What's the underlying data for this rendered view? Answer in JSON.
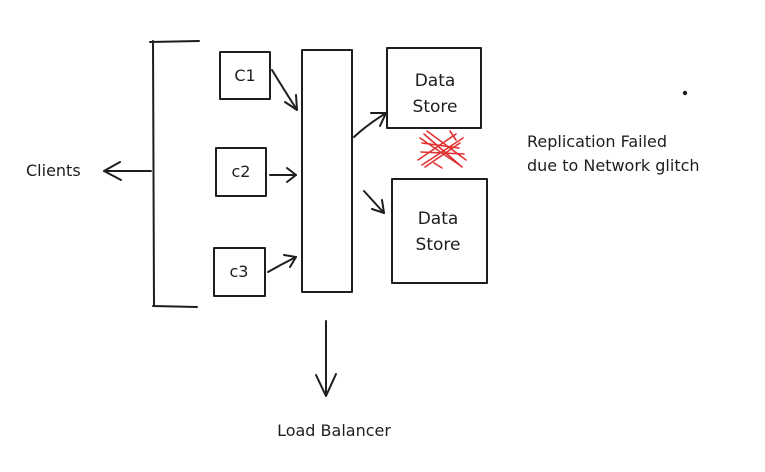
{
  "diagram": {
    "clients_label": "Clients",
    "load_balancer_label": "Load Balancer",
    "clients": [
      {
        "label": "C1"
      },
      {
        "label": "c2"
      },
      {
        "label": "c3"
      }
    ],
    "data_stores": [
      {
        "line1": "Data",
        "line2": "Store"
      },
      {
        "line1": "Data",
        "line2": "Store"
      }
    ],
    "note": {
      "line1": "Replication Failed",
      "line2": "due to Network glitch"
    },
    "colors": {
      "ink": "#1e1e1e",
      "failure": "#e03131"
    }
  }
}
